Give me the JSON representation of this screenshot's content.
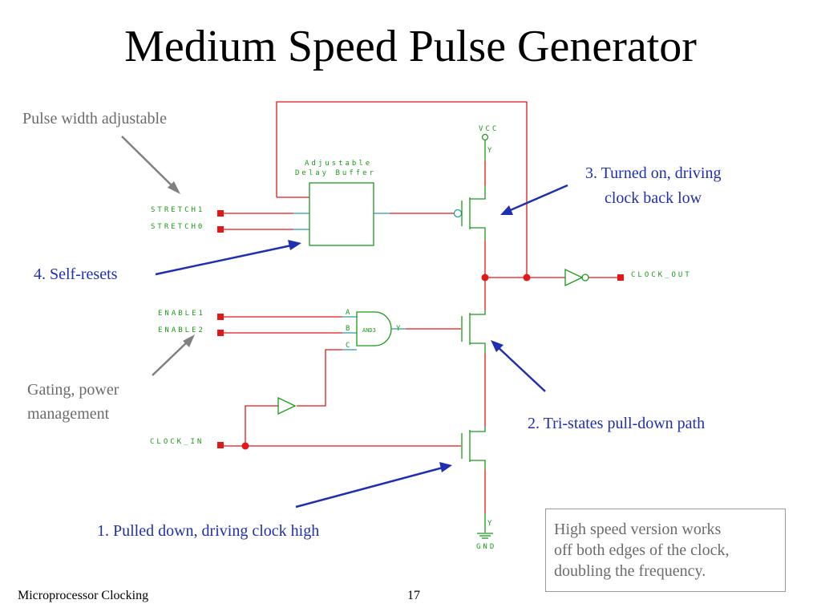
{
  "title": "Medium Speed Pulse Generator",
  "annotations": {
    "pulse_width": "Pulse width adjustable",
    "self_resets": "4. Self-resets",
    "gating_line1": "Gating, power",
    "gating_line2": "management",
    "turned_on_line1": "3. Turned on, driving",
    "turned_on_line2": "clock back low",
    "tri_states": "2. Tri-states pull-down path",
    "pulled_down": "1. Pulled down, driving clock high"
  },
  "info_box": {
    "line1": "High speed version works",
    "line2": "off both edges of the clock,",
    "line3": "doubling the frequency."
  },
  "schematic": {
    "vcc": "VCC",
    "vcc_pin": "Y",
    "gnd": "GND",
    "gnd_pin": "Y",
    "buffer_line1": "Adjustable",
    "buffer_line2": "Delay Buffer",
    "stretch1": "STRETCH1",
    "stretch0": "STRETCH0",
    "enable1": "ENABLE1",
    "enable2": "ENABLE2",
    "clock_in": "CLOCK_IN",
    "clock_out": "CLOCK_OUT",
    "and_gate": "AND3",
    "and_pin_a": "A",
    "and_pin_b": "B",
    "and_pin_c": "C",
    "and_pin_y": "Y"
  },
  "footer": {
    "left": "Microprocessor Clocking",
    "page": "17"
  },
  "colors": {
    "wire": "#e01818",
    "symbol": "#1a9a1a",
    "annotation_blue": "#1f2fb0",
    "annotation_gray": "#6b6b6b"
  }
}
